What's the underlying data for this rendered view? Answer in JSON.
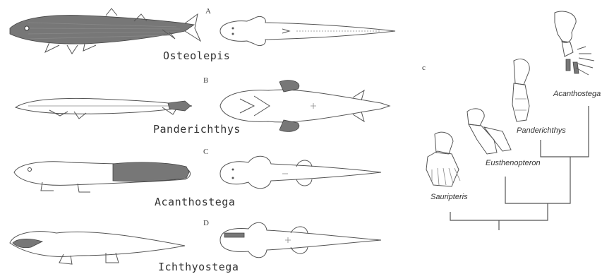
{
  "panels": [
    {
      "letter": "A",
      "species": "Osteolepis"
    },
    {
      "letter": "B",
      "species": "Panderichthys"
    },
    {
      "letter": "C",
      "species": "Acanthostega"
    },
    {
      "letter": "D",
      "species": "Ichthyostega"
    }
  ],
  "cladogram": {
    "panel_letter": "c",
    "taxa": [
      "Sauripteris",
      "Eusthenopteron",
      "Panderichthys",
      "Acanthostega"
    ]
  }
}
